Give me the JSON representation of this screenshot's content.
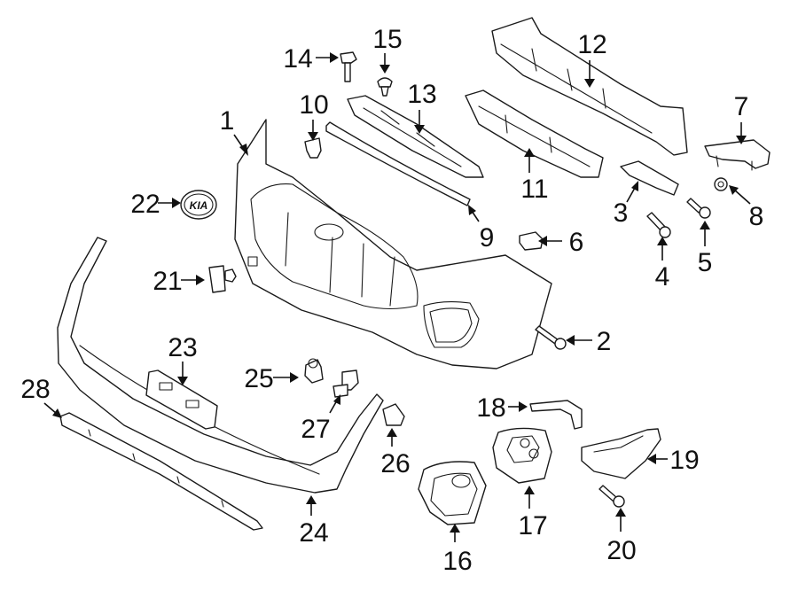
{
  "callouts": [
    "1",
    "2",
    "3",
    "4",
    "5",
    "6",
    "7",
    "8",
    "9",
    "10",
    "11",
    "12",
    "13",
    "14",
    "15",
    "16",
    "17",
    "18",
    "19",
    "20",
    "21",
    "22",
    "23",
    "24",
    "25",
    "26",
    "27",
    "28"
  ],
  "emblem_text": "KIA"
}
